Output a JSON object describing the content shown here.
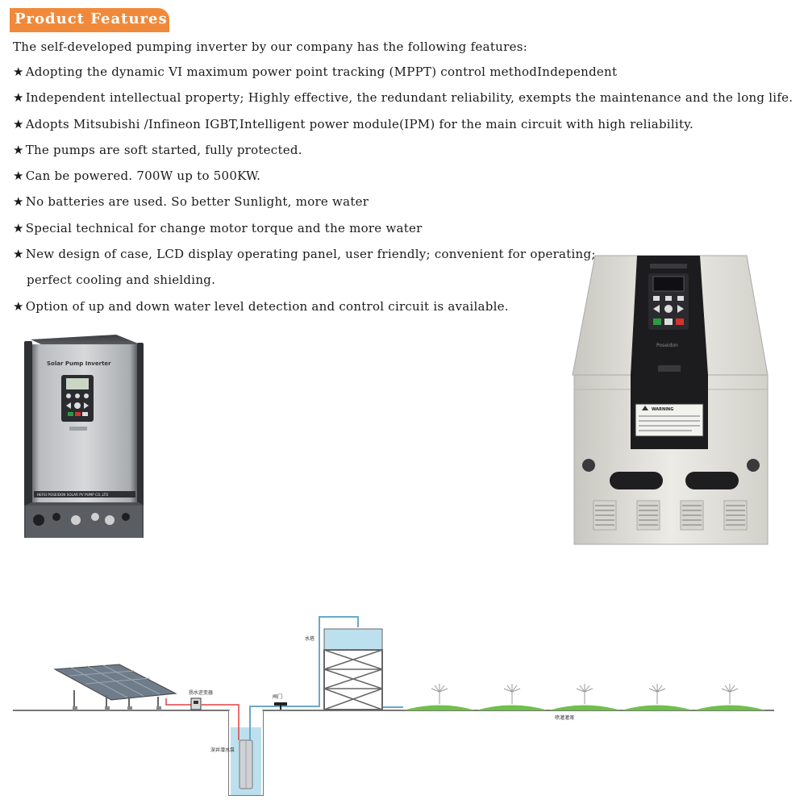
{
  "header": {
    "title": "Product Features"
  },
  "intro": "The self-developed pumping inverter by our company has the following features:",
  "star_glyph": "★",
  "features": [
    "Adopting the dynamic VI maximum power point tracking (MPPT) control methodIndependent",
    "Independent intellectual property; Highly effective, the redundant reliability, exempts the maintenance and the long life.",
    "Adopts Mitsubishi /Infineon IGBT,Intelligent power module(IPM) for the main circuit with high reliability.",
    "The pumps are soft started, fully protected.",
    "Can be powered. 700W up to 500KW.",
    "No batteries are used. So better Sunlight, more water",
    "Special technical for change motor torque and the more water",
    "New design of case, LCD display operating panel, user  friendly; convenient for operating;",
    "perfect cooling and  shielding.",
    "Option of up and down water level detection and control  circuit is available."
  ],
  "left_inverter": {
    "panel_title": "Solar Pump Inverter",
    "base_label": "HEFEI POSEIDON SOLAR PV PUMP CO.,LTD"
  },
  "right_inverter": {
    "brand": "Poseidon",
    "warning_title": "WARNING"
  },
  "diagram": {
    "inverter_label": "扬水逆变器",
    "valve_label": "闸门",
    "tower_label": "水塔",
    "pump_label": "深井潜水泵",
    "irrigation_label": "喷灌灌溉"
  },
  "colors": {
    "header_tab": "#f08a3a",
    "water": "#bde0ee",
    "pipe": "#6aa8c8",
    "grass": "#6fc04a",
    "wire": "#e04040"
  }
}
